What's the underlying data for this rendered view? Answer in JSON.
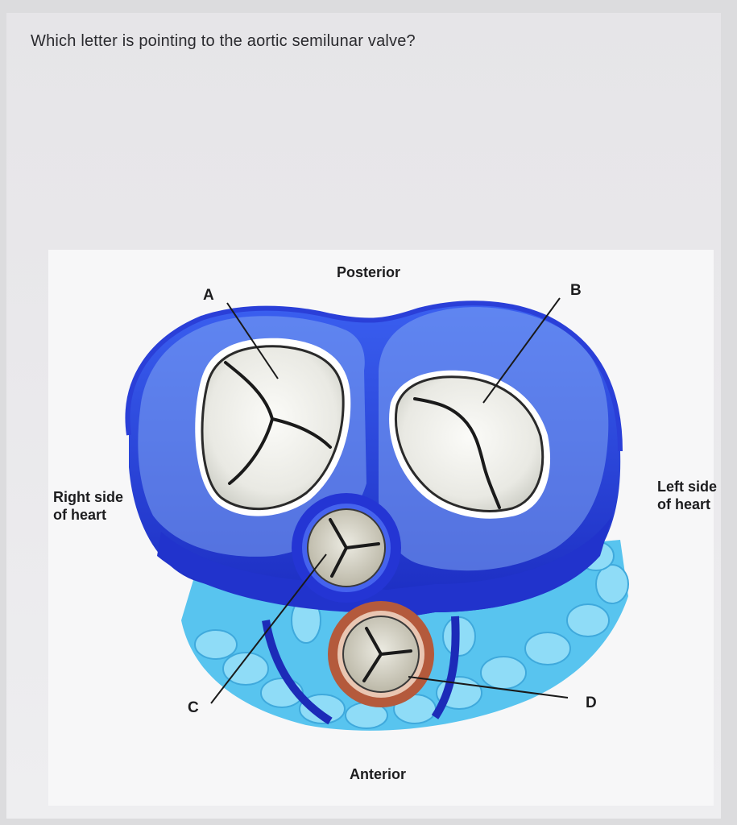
{
  "question": "Which letter is pointing to the aortic semilunar valve?",
  "figure": {
    "orientation": {
      "posterior": "Posterior",
      "anterior": "Anterior"
    },
    "sides": {
      "right": "Right side of heart",
      "left": "Left side of heart"
    },
    "letters": {
      "a": "A",
      "b": "B",
      "c": "C",
      "d": "D"
    },
    "colors": {
      "muscle_dark": "#1c2fc8",
      "muscle_mid": "#3356e6",
      "fat_light": "#55c3ee",
      "valve_white": "#eeeeea",
      "pulmonary_ring": "#b45a3c"
    }
  }
}
